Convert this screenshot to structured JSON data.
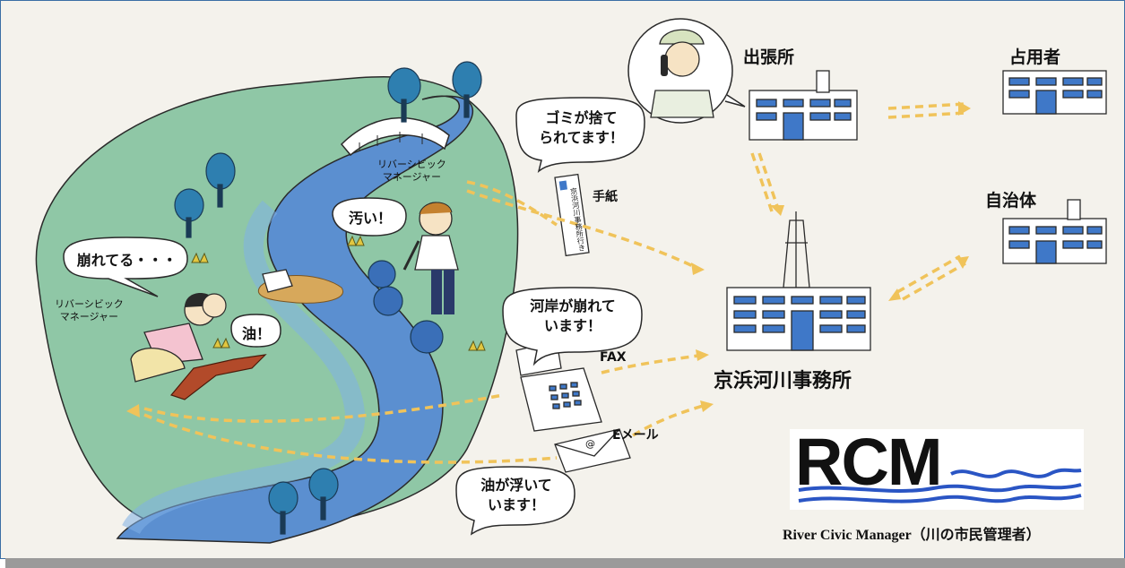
{
  "labels": {
    "branch_office": "出張所",
    "occupant": "占用者",
    "municipality": "自治体",
    "main_office": "京浜河川事務所",
    "letter": "手紙",
    "fax": "FAX",
    "email": "Eメール",
    "rcm_upper": "リバーシビック\nマネージャー",
    "rcm_lower": "リバーシビック\nマネージャー",
    "envelope_address": "京浜河川事務所行き",
    "email_at": "@"
  },
  "bubbles": {
    "trash": "ゴミが捨て\nられてます！",
    "dirty": "汚い！",
    "collapsing": "崩れてる・・・",
    "oil": "油！",
    "bank_collapse": "河岸が崩れて\nいます！",
    "oil_floating": "油が浮いて\nいます！"
  },
  "logo": {
    "title": "RCM",
    "subtitle": "River Civic Manager（川の市民管理者）"
  },
  "colors": {
    "river": "#5b8fd0",
    "land": "#8fc7a6",
    "arrow": "#f0c35a",
    "building": "#3f78c8",
    "tree": "#2e7fb0",
    "logo_wave": "#2a55c4"
  }
}
